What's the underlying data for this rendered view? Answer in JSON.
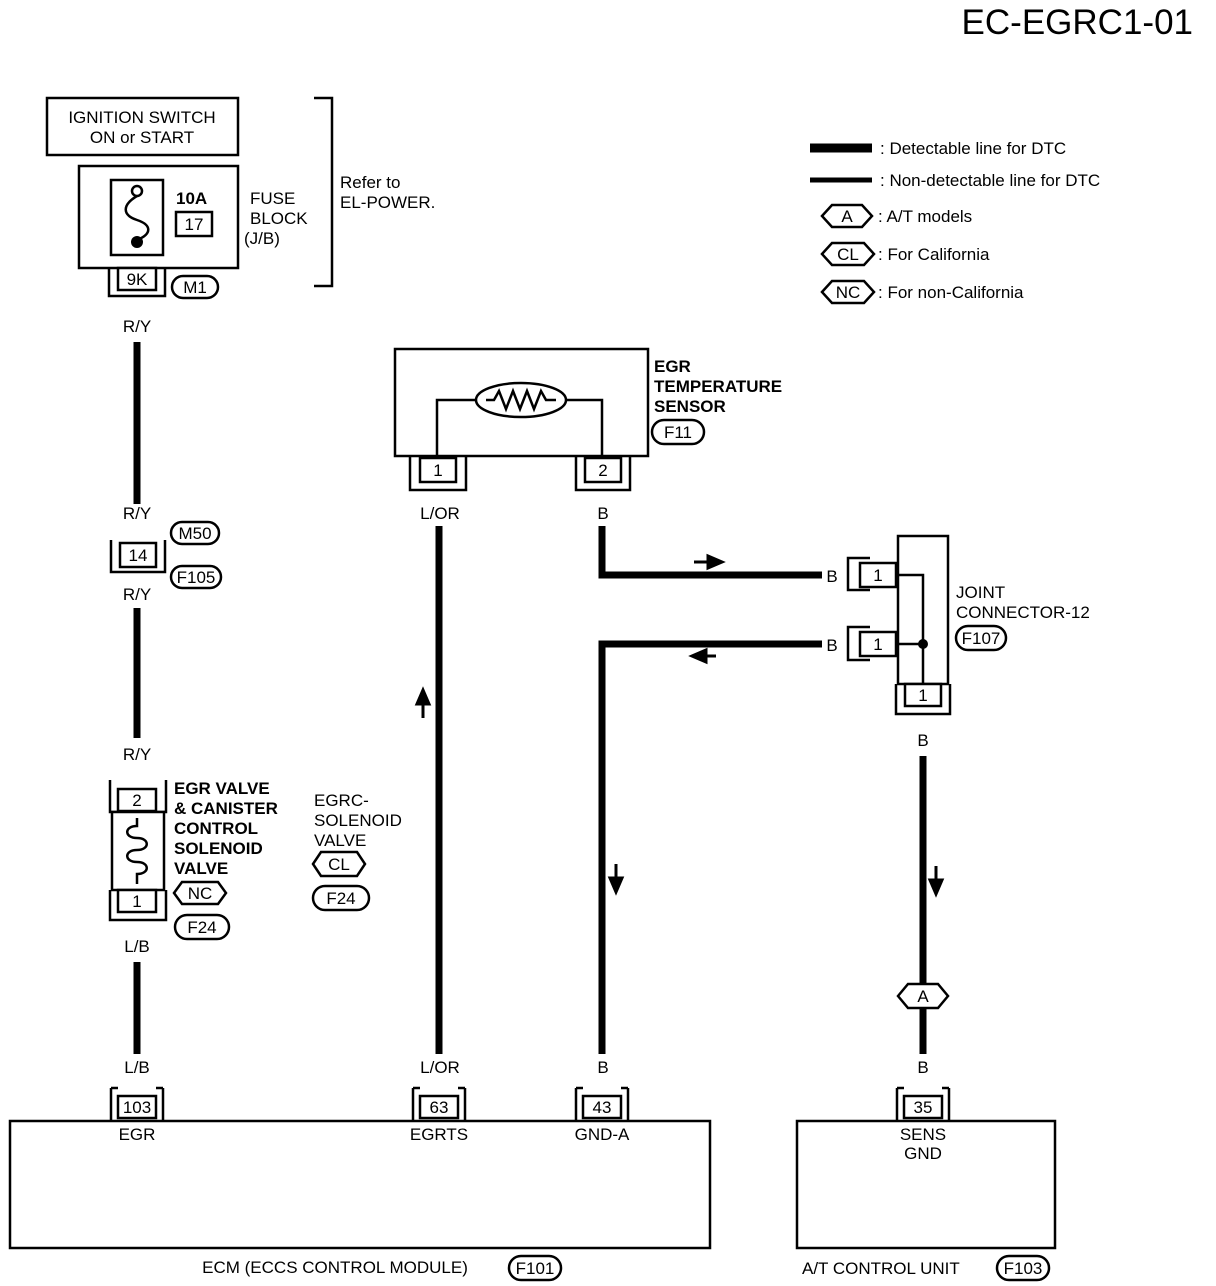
{
  "diagram_id": "EC-EGRC1-01",
  "ignition": {
    "line1": "IGNITION SWITCH",
    "line2": "ON or START"
  },
  "fuse": {
    "rating": "10A",
    "number": "17",
    "block_line1": "FUSE",
    "block_line2": "BLOCK",
    "block_line3": "(J/B)",
    "connector": "9K",
    "connector_id": "M1"
  },
  "refer": {
    "line1": "Refer to",
    "line2": "EL-POWER."
  },
  "legend": {
    "detectable": ": Detectable line for DTC",
    "non_detectable": ": Non-detectable line for DTC",
    "items": [
      {
        "symbol": "A",
        "label": ": A/T models"
      },
      {
        "symbol": "CL",
        "label": ": For California"
      },
      {
        "symbol": "NC",
        "label": ": For non-California"
      }
    ]
  },
  "wire_colors": {
    "ry": "R/Y",
    "lb": "L/B",
    "lor": "L/OR",
    "b": "B"
  },
  "inline_connector": {
    "pin": "14",
    "id_top": "M50",
    "id_bottom": "F105"
  },
  "egr_sensor": {
    "line1": "EGR",
    "line2": "TEMPERATURE",
    "line3": "SENSOR",
    "connector_id": "F11",
    "pin1": "1",
    "pin2": "2"
  },
  "joint_connector": {
    "line1": "JOINT",
    "line2": "CONNECTOR-12",
    "connector_id": "F107",
    "pin_a": "1",
    "pin_b": "1",
    "pin_c": "1"
  },
  "egr_valve": {
    "line1": "EGR VALVE",
    "line2": "& CANISTER",
    "line3": "CONTROL",
    "line4": "SOLENOID",
    "line5": "VALVE",
    "variant": "NC",
    "connector_id": "F24",
    "pin_top": "2",
    "pin_bottom": "1"
  },
  "egrc_valve": {
    "line1": "EGRC-",
    "line2": "SOLENOID",
    "line3": "VALVE",
    "variant": "CL",
    "connector_id": "F24"
  },
  "ecm": {
    "label": "ECM (ECCS  CONTROL  MODULE)",
    "connector_id": "F101",
    "pins": [
      {
        "number": "103",
        "name": "EGR"
      },
      {
        "number": "63",
        "name": "EGRTS"
      },
      {
        "number": "43",
        "name": "GND-A"
      }
    ]
  },
  "at_unit": {
    "label": "A/T CONTROL UNIT",
    "connector_id": "F103",
    "pin": "35",
    "name_line1": "SENS",
    "name_line2": "GND",
    "variant": "A"
  }
}
